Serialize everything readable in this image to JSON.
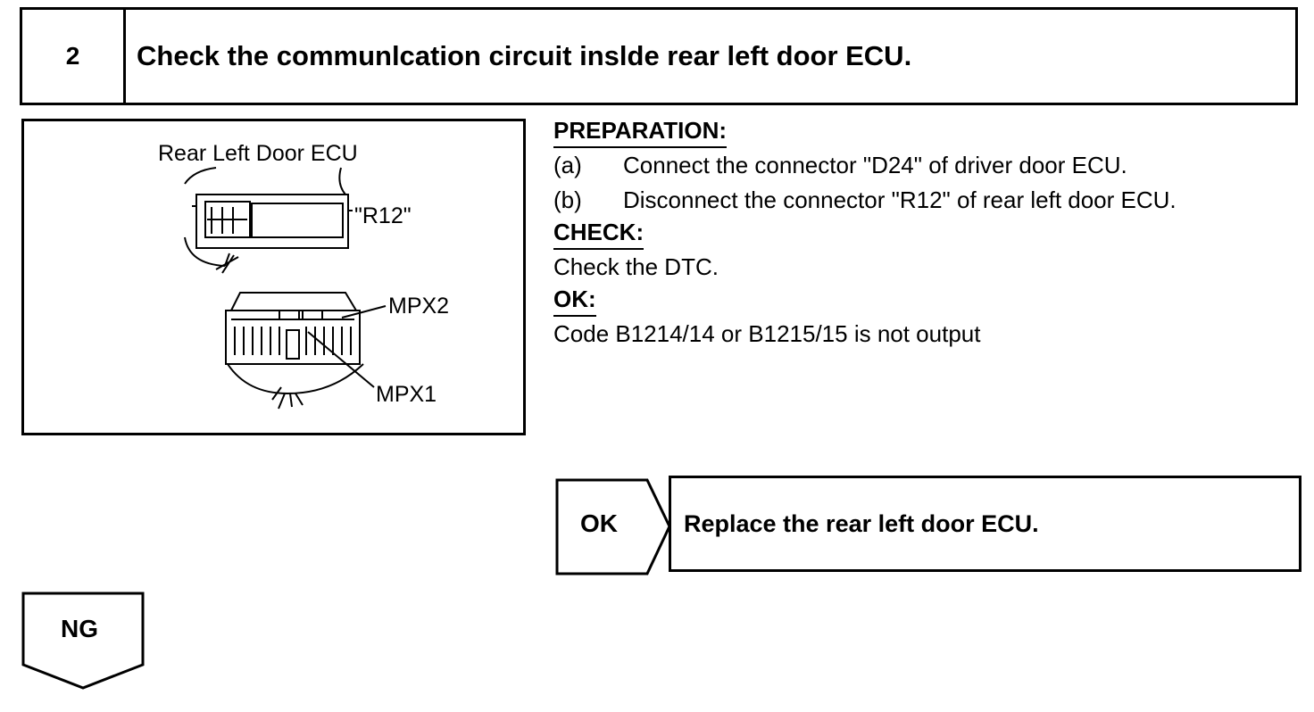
{
  "step": {
    "number": "2",
    "title": "Check the communlcation circuit inslde rear left door ECU."
  },
  "figure": {
    "title": "Rear Left Door ECU",
    "connector_label": "\"R12\"",
    "mpx2_label": "MPX2",
    "mpx1_label": "MPX1"
  },
  "instructions": {
    "preparation_heading": "PREPARATION:",
    "preparation_steps": [
      {
        "marker": "(a)",
        "text": "Connect the connector \"D24\" of driver door ECU."
      },
      {
        "marker": "(b)",
        "text": "Disconnect the connector \"R12\" of rear left door ECU."
      }
    ],
    "check_heading": "CHECK:",
    "check_text": "Check the DTC.",
    "ok_heading": "OK:",
    "ok_text": "Code B1214/14 or B1215/15 is not output"
  },
  "flow": {
    "ok_label": "OK",
    "ok_result": "Replace the rear left door ECU.",
    "ng_label": "NG"
  }
}
